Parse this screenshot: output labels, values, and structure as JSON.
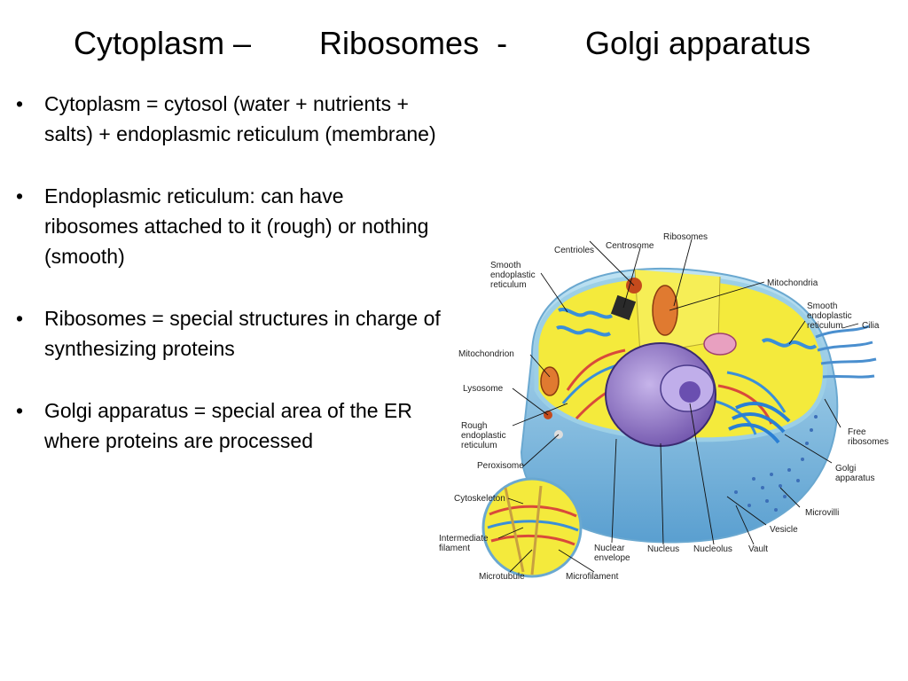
{
  "title": {
    "part1": "Cytoplasm –",
    "part2": "Ribosomes  -",
    "part3": "Golgi apparatus"
  },
  "bullets": [
    {
      "marker": "•",
      "text": "Cytoplasm = cytosol (water + nutrients + salts) + endoplasmic reticulum (membrane)"
    },
    {
      "marker": "•",
      "text": "Endoplasmic reticulum: can have ribosomes attached to it (rough) or nothing (smooth)"
    },
    {
      "marker": "•",
      "text": "Ribosomes = special structures in charge of synthesizing proteins"
    },
    {
      "marker": "•",
      "text": "Golgi apparatus = special area of the ER where proteins are processed"
    }
  ],
  "diagram": {
    "labels": {
      "ribosomes": "Ribosomes",
      "centrioles": "Centrioles",
      "centrosome": "Centrosome",
      "smooth_er_left": [
        "Smooth",
        "endoplastic",
        "reticulum"
      ],
      "mitochondria": "Mitochondria",
      "smooth_er_right": [
        "Smooth",
        "endoplastic",
        "reticulum"
      ],
      "cilia": "Cilia",
      "mitochondrion": "Mitochondrion",
      "lysosome": "Lysosome",
      "rough_er": [
        "Rough",
        "endoplastic",
        "reticulum"
      ],
      "free_ribosomes": [
        "Free",
        "ribosomes"
      ],
      "peroxisome": "Peroxisome",
      "golgi": [
        "Golgi",
        "apparatus"
      ],
      "cytoskeleton": "Cytoskeleton",
      "microvilli": "Microvilli",
      "vesicle": "Vesicle",
      "intermediate_filament": [
        "Intermediate",
        "filament"
      ],
      "nuclear_envelope": [
        "Nuclear",
        "envelope"
      ],
      "nucleus": "Nucleus",
      "nucleolus": "Nucleolus",
      "vault": "Vault",
      "microtubule": "Microtubule",
      "microfilament": "Microfilament"
    },
    "colors": {
      "cytoplasm": "#f4ea3c",
      "membrane": "#8fd0e8",
      "membrane_dark": "#5aa6d6",
      "nucleus": "#8e6fc4",
      "nucleolus": "#6a4fb0",
      "er_red": "#d94a3a",
      "er_blue": "#3a8fd9",
      "mitochondria": "#e07a30",
      "vesicle": "#e8a0c0",
      "microvilli": "#3c6fb8"
    }
  }
}
